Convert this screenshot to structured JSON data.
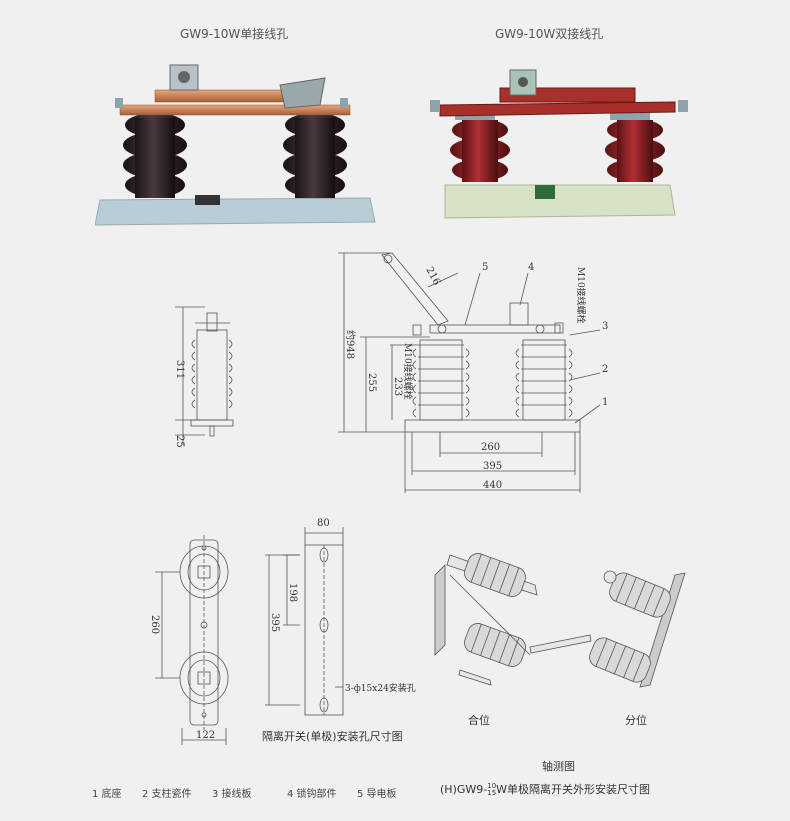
{
  "photos": {
    "left_title": "GW9-10W单接线孔",
    "right_title": "GW9-10W双接线孔"
  },
  "elevation": {
    "dim_311": "311",
    "dim_25": "25",
    "dim_216": "216",
    "dim_948": "约948",
    "dim_255": "255",
    "dim_233": "233",
    "dim_260": "260",
    "dim_395": "395",
    "dim_440": "440",
    "callout_1": "1",
    "callout_2": "2",
    "callout_3": "3",
    "callout_4": "4",
    "callout_5": "5",
    "m10_right": "M10接线螺栓",
    "m10_left": "M10接线螺栓"
  },
  "plan": {
    "dim_80": "80",
    "dim_198": "198",
    "dim_395": "395",
    "dim_260": "260",
    "dim_122": "122",
    "holes_note": "3-ф15x24安装孔",
    "base_caption": "隔离开关(单极)安装孔尺寸图"
  },
  "axonometric": {
    "closed_label": "合位",
    "open_label": "分位",
    "caption": "轴测图"
  },
  "legend": {
    "items": [
      "1 底座",
      "2 支柱瓷件",
      "3 接线板",
      "4 锁钩部件",
      "5 导电板"
    ]
  },
  "main_caption": {
    "prefix": "(H)GW9-",
    "sup": "10",
    "sub": "15",
    "suffix": "W单极隔离开关外形安装尺寸图"
  },
  "colors": {
    "background": "#f0f0f0",
    "porcelain_brown": "#2e2226",
    "porcelain_red": "#8e2024",
    "copper": "#c07a4c",
    "base_blue": "#b9cdd6",
    "base_green": "#d8e2c6",
    "line": "#555555"
  }
}
